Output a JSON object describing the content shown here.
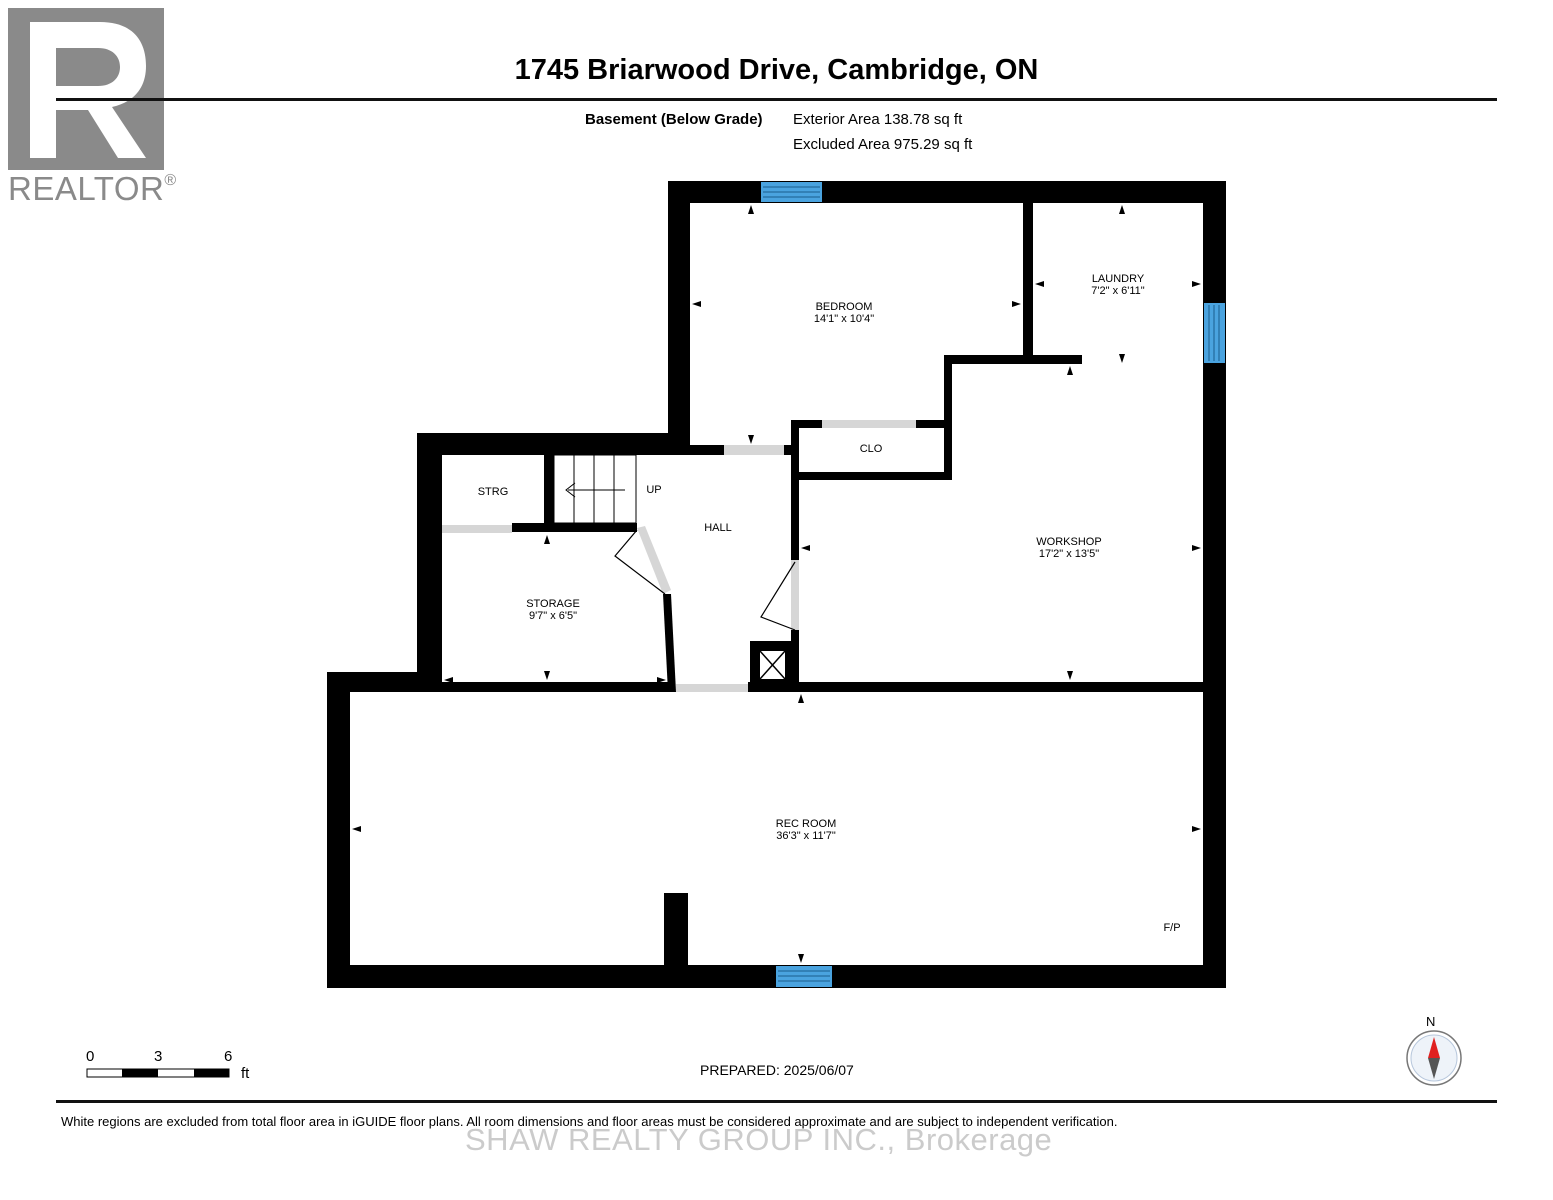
{
  "brand": {
    "logo_text": "REALTOR"
  },
  "header": {
    "title": "1745 Briarwood Drive, Cambridge, ON",
    "level_name": "Basement (Below Grade)",
    "exterior_area": "Exterior Area 138.78 sq ft",
    "excluded_area": "Excluded Area 975.29 sq ft"
  },
  "rooms": {
    "bedroom": {
      "name": "BEDROOM",
      "dims": "14'1\" x 10'4\""
    },
    "laundry": {
      "name": "LAUNDRY",
      "dims": "7'2\" x 6'11\""
    },
    "clo": {
      "name": "CLO"
    },
    "strg": {
      "name": "STRG"
    },
    "up": {
      "name": "UP"
    },
    "hall": {
      "name": "HALL"
    },
    "storage": {
      "name": "STORAGE",
      "dims": "9'7\" x 6'5\""
    },
    "workshop": {
      "name": "WORKSHOP",
      "dims": "17'2\" x 13'5\""
    },
    "rec_room": {
      "name": "REC ROOM",
      "dims": "36'3\" x 11'7\""
    },
    "fp": {
      "name": "F/P"
    }
  },
  "scale": {
    "ticks": [
      "0",
      "3",
      "6"
    ],
    "unit": "ft"
  },
  "compass": {
    "label": "N"
  },
  "footer": {
    "prepared": "PREPARED: 2025/06/07",
    "disclaimer": "White regions are excluded from total floor area in iGUIDE floor plans. All room dimensions and floor areas must be considered approximate and are subject to independent verification.",
    "watermark": "SHAW REALTY GROUP INC., Brokerage"
  },
  "colors": {
    "wall": "#000000",
    "window": "#4aa3df",
    "door": "#d6d6d6",
    "logo": "#8a8a8a"
  }
}
